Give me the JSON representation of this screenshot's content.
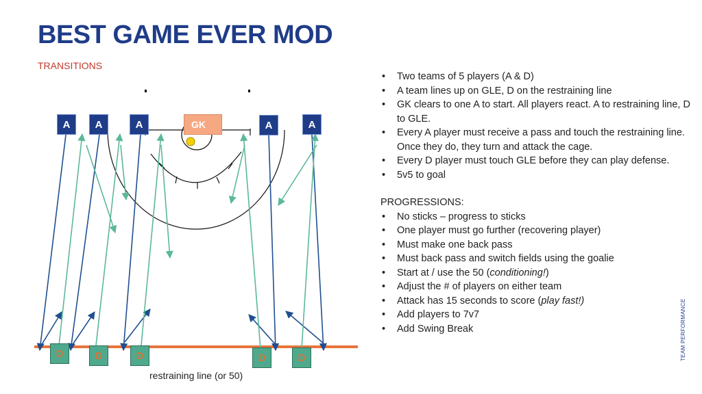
{
  "slide": {
    "title": "BEST GAME EVER MOD",
    "subtitle": "TRANSITIONS",
    "side_label": "TEAM PERFORMANCE"
  },
  "field": {
    "caption": "restraining line (or 50)",
    "attackers": [
      "A",
      "A",
      "A",
      "A",
      "A"
    ],
    "defenders": [
      "D",
      "D",
      "D",
      "D",
      "D"
    ],
    "goalie": "GK",
    "colors": {
      "attack": "#1f3c88",
      "defense": "#4ea98d",
      "goalie": "#f6a883",
      "restraining_line": "#e8743b",
      "ball": "#f5d000"
    }
  },
  "rules": [
    "Two teams of 5 players (A & D)",
    "A team lines up on GLE, D on the restraining line",
    "GK clears to one A to start.  All players react.  A to restraining line, D to GLE.",
    "Every A player must receive a pass and touch the restraining line.  Once they do, they turn and attack the cage.",
    "Every D player must touch GLE before they can play defense.",
    "5v5 to goal"
  ],
  "progressions": {
    "heading": "PROGRESSIONS:",
    "items": [
      {
        "text": "No sticks – progress to sticks",
        "em": "",
        "after": ""
      },
      {
        "text": "One player must go further (recovering player)",
        "em": "",
        "after": ""
      },
      {
        "text": "Must make one back pass",
        "em": "",
        "after": ""
      },
      {
        "text": "Must back pass and switch fields using the goalie",
        "em": "",
        "after": ""
      },
      {
        "text": "Start at / use the 50 (",
        "em": "conditioning!",
        "after": ")"
      },
      {
        "text": "Adjust the # of players on either team",
        "em": "",
        "after": ""
      },
      {
        "text": "Attack has 15 seconds to score (",
        "em": "play fast!)",
        "after": ""
      },
      {
        "text": "Add players to 7v7",
        "em": "",
        "after": ""
      },
      {
        "text": "Add Swing Break",
        "em": "",
        "after": ""
      }
    ]
  }
}
